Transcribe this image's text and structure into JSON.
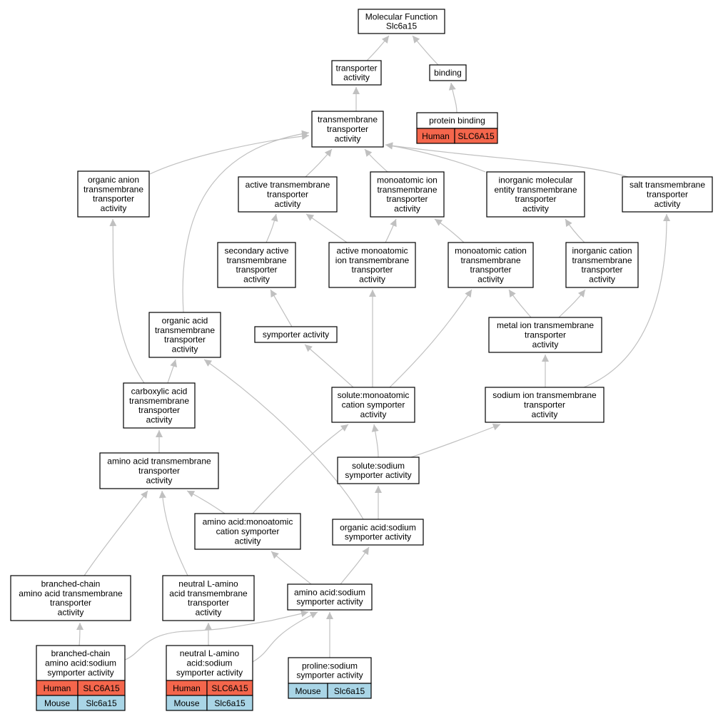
{
  "colors": {
    "edge": "#c0c0c0",
    "human": "#f4664c",
    "mouse": "#a9d5e6",
    "node_border": "#000000",
    "node_fill": "#ffffff"
  },
  "nodes": [
    {
      "id": "molecular_function",
      "lines": [
        "Molecular Function",
        "Slc6a15"
      ]
    },
    {
      "id": "transporter_activity",
      "lines": [
        "transporter",
        "activity"
      ]
    },
    {
      "id": "binding",
      "lines": [
        "binding"
      ]
    },
    {
      "id": "protein_binding",
      "lines": [
        "protein binding"
      ],
      "species": [
        {
          "name": "Human",
          "gene": "SLC6A15",
          "color": "#f4664c"
        }
      ]
    },
    {
      "id": "transmembrane_transporter",
      "lines": [
        "transmembrane",
        "transporter",
        "activity"
      ]
    },
    {
      "id": "organic_anion",
      "lines": [
        "organic anion",
        "transmembrane",
        "transporter",
        "activity"
      ]
    },
    {
      "id": "active_transmembrane",
      "lines": [
        "active transmembrane",
        "transporter",
        "activity"
      ]
    },
    {
      "id": "monoatomic_ion_tm",
      "lines": [
        "monoatomic ion",
        "transmembrane",
        "transporter",
        "activity"
      ]
    },
    {
      "id": "inorganic_molecular",
      "lines": [
        "inorganic molecular",
        "entity transmembrane",
        "transporter",
        "activity"
      ]
    },
    {
      "id": "salt_tm",
      "lines": [
        "salt transmembrane",
        "transporter",
        "activity"
      ]
    },
    {
      "id": "secondary_active",
      "lines": [
        "secondary active",
        "transmembrane",
        "transporter",
        "activity"
      ]
    },
    {
      "id": "active_monoatomic_ion",
      "lines": [
        "active monoatomic",
        "ion transmembrane",
        "transporter",
        "activity"
      ]
    },
    {
      "id": "monoatomic_cation_tm",
      "lines": [
        "monoatomic cation",
        "transmembrane",
        "transporter",
        "activity"
      ]
    },
    {
      "id": "inorganic_cation_tm",
      "lines": [
        "inorganic cation",
        "transmembrane",
        "transporter",
        "activity"
      ]
    },
    {
      "id": "organic_acid_tm",
      "lines": [
        "organic acid",
        "transmembrane",
        "transporter",
        "activity"
      ]
    },
    {
      "id": "symporter_activity",
      "lines": [
        "symporter activity"
      ]
    },
    {
      "id": "metal_ion_tm",
      "lines": [
        "metal ion transmembrane",
        "transporter",
        "activity"
      ]
    },
    {
      "id": "carboxylic_acid_tm",
      "lines": [
        "carboxylic acid",
        "transmembrane",
        "transporter",
        "activity"
      ]
    },
    {
      "id": "solute_monoatomic_cation",
      "lines": [
        "solute:monoatomic",
        "cation symporter",
        "activity"
      ]
    },
    {
      "id": "sodium_ion_tm",
      "lines": [
        "sodium ion transmembrane",
        "transporter",
        "activity"
      ]
    },
    {
      "id": "amino_acid_tm",
      "lines": [
        "amino acid transmembrane",
        "transporter",
        "activity"
      ]
    },
    {
      "id": "solute_sodium",
      "lines": [
        "solute:sodium",
        "symporter activity"
      ]
    },
    {
      "id": "aa_monoatomic_cation",
      "lines": [
        "amino acid:monoatomic",
        "cation symporter",
        "activity"
      ]
    },
    {
      "id": "organic_acid_sodium",
      "lines": [
        "organic acid:sodium",
        "symporter activity"
      ]
    },
    {
      "id": "branched_chain_tm",
      "lines": [
        "branched-chain",
        "amino acid transmembrane",
        "transporter",
        "activity"
      ]
    },
    {
      "id": "neutral_l_amino_tm",
      "lines": [
        "neutral L-amino",
        "acid transmembrane",
        "transporter",
        "activity"
      ]
    },
    {
      "id": "aa_sodium",
      "lines": [
        "amino acid:sodium",
        "symporter activity"
      ]
    },
    {
      "id": "branched_chain_sodium",
      "lines": [
        "branched-chain",
        "amino acid:sodium",
        "symporter activity"
      ],
      "species": [
        {
          "name": "Human",
          "gene": "SLC6A15",
          "color": "#f4664c"
        },
        {
          "name": "Mouse",
          "gene": "Slc6a15",
          "color": "#a9d5e6"
        }
      ]
    },
    {
      "id": "neutral_l_amino_sodium",
      "lines": [
        "neutral L-amino",
        "acid:sodium",
        "symporter activity"
      ],
      "species": [
        {
          "name": "Human",
          "gene": "SLC6A15",
          "color": "#f4664c"
        },
        {
          "name": "Mouse",
          "gene": "Slc6a15",
          "color": "#a9d5e6"
        }
      ]
    },
    {
      "id": "proline_sodium",
      "lines": [
        "proline:sodium",
        "symporter activity"
      ],
      "species": [
        {
          "name": "Mouse",
          "gene": "Slc6a15",
          "color": "#a9d5e6"
        }
      ]
    }
  ],
  "edges": [
    {
      "from": "transporter_activity",
      "to": "molecular_function"
    },
    {
      "from": "binding",
      "to": "molecular_function"
    },
    {
      "from": "protein_binding",
      "to": "binding"
    },
    {
      "from": "transmembrane_transporter",
      "to": "transporter_activity"
    },
    {
      "from": "organic_anion",
      "to": "transmembrane_transporter"
    },
    {
      "from": "active_transmembrane",
      "to": "transmembrane_transporter"
    },
    {
      "from": "monoatomic_ion_tm",
      "to": "transmembrane_transporter"
    },
    {
      "from": "inorganic_molecular",
      "to": "transmembrane_transporter"
    },
    {
      "from": "salt_tm",
      "to": "transmembrane_transporter"
    },
    {
      "from": "organic_acid_tm",
      "to": "transmembrane_transporter"
    },
    {
      "from": "secondary_active",
      "to": "active_transmembrane"
    },
    {
      "from": "active_monoatomic_ion",
      "to": "active_transmembrane"
    },
    {
      "from": "active_monoatomic_ion",
      "to": "monoatomic_ion_tm"
    },
    {
      "from": "monoatomic_cation_tm",
      "to": "monoatomic_ion_tm"
    },
    {
      "from": "inorganic_cation_tm",
      "to": "inorganic_molecular"
    },
    {
      "from": "symporter_activity",
      "to": "secondary_active"
    },
    {
      "from": "metal_ion_tm",
      "to": "monoatomic_cation_tm"
    },
    {
      "from": "metal_ion_tm",
      "to": "inorganic_cation_tm"
    },
    {
      "from": "carboxylic_acid_tm",
      "to": "organic_anion"
    },
    {
      "from": "carboxylic_acid_tm",
      "to": "organic_acid_tm"
    },
    {
      "from": "solute_monoatomic_cation",
      "to": "symporter_activity"
    },
    {
      "from": "solute_monoatomic_cation",
      "to": "active_monoatomic_ion"
    },
    {
      "from": "solute_monoatomic_cation",
      "to": "monoatomic_cation_tm"
    },
    {
      "from": "sodium_ion_tm",
      "to": "metal_ion_tm"
    },
    {
      "from": "sodium_ion_tm",
      "to": "salt_tm"
    },
    {
      "from": "amino_acid_tm",
      "to": "carboxylic_acid_tm"
    },
    {
      "from": "solute_sodium",
      "to": "solute_monoatomic_cation"
    },
    {
      "from": "solute_sodium",
      "to": "sodium_ion_tm"
    },
    {
      "from": "aa_monoatomic_cation",
      "to": "amino_acid_tm"
    },
    {
      "from": "aa_monoatomic_cation",
      "to": "solute_monoatomic_cation"
    },
    {
      "from": "organic_acid_sodium",
      "to": "solute_sodium"
    },
    {
      "from": "organic_acid_sodium",
      "to": "organic_acid_tm"
    },
    {
      "from": "aa_sodium",
      "to": "aa_monoatomic_cation"
    },
    {
      "from": "aa_sodium",
      "to": "organic_acid_sodium"
    },
    {
      "from": "branched_chain_tm",
      "to": "amino_acid_tm"
    },
    {
      "from": "neutral_l_amino_tm",
      "to": "amino_acid_tm"
    },
    {
      "from": "branched_chain_sodium",
      "to": "branched_chain_tm"
    },
    {
      "from": "branched_chain_sodium",
      "to": "aa_sodium"
    },
    {
      "from": "neutral_l_amino_sodium",
      "to": "neutral_l_amino_tm"
    },
    {
      "from": "neutral_l_amino_sodium",
      "to": "aa_sodium"
    },
    {
      "from": "proline_sodium",
      "to": "aa_sodium"
    }
  ]
}
